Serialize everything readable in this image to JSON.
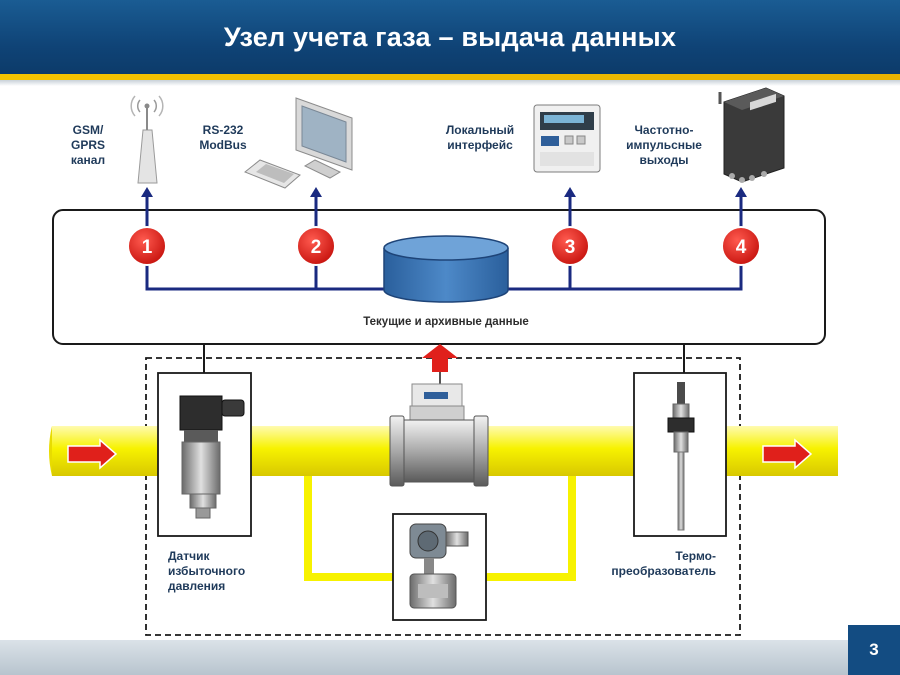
{
  "title": "Узел учета газа – выдача данных",
  "outputs": [
    {
      "number": "1",
      "label_lines": [
        "GSM/",
        "GPRS",
        "канал"
      ],
      "icon": "antenna-icon"
    },
    {
      "number": "2",
      "label_lines": [
        "RS-232",
        "ModBus"
      ],
      "icon": "computer-icon"
    },
    {
      "number": "3",
      "label_lines": [
        "Локальный",
        "интерфейс"
      ],
      "icon": "display-panel-icon"
    },
    {
      "number": "4",
      "label_lines": [
        "Частотно-",
        "импульсные",
        "выходы"
      ],
      "icon": "pulse-output-box-icon"
    }
  ],
  "storage_label": "Текущие и архивные данные",
  "sensors": {
    "pressure": {
      "label_lines": [
        "Датчик",
        "избыточного",
        "давления"
      ]
    },
    "temperature": {
      "label_lines": [
        "Термо-",
        "преобразователь"
      ]
    }
  },
  "page_number": "3",
  "colors": {
    "header": "#0f4376",
    "accent_stripe": "#f5c400",
    "circle": "#e0201b",
    "pipe": "#f7f200",
    "line": "#1a2a80",
    "arrow": "#e0201b"
  }
}
